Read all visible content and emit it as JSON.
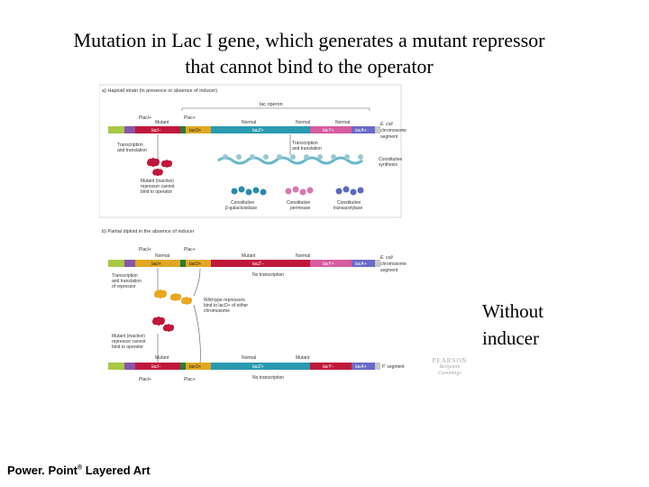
{
  "title": {
    "line1": "Mutation in Lac I gene, which generates a mutant repressor",
    "line2": "that cannot bind to the operator"
  },
  "side_note": {
    "line1": "Without",
    "line2": "inducer"
  },
  "footer": {
    "brand": "Power. Point",
    "reg": "®",
    "rest": " Layered Art"
  },
  "publisher": {
    "name": "PEARSON",
    "line1": "Benjamin",
    "line2": "Cummings"
  },
  "figure": {
    "panel_a": {
      "heading": "a) Haploid strain (in presence or absence of inducer)",
      "operon_label": "lac operon",
      "p_laci": "PlacI+",
      "p_lac": "Plac+",
      "mutant": "Mutant",
      "normal_1": "Normal",
      "normal_2": "Normal",
      "normal_3": "Normal",
      "genes": [
        "lacI−",
        "lacO+",
        "lacZ+",
        "lacY+",
        "lacA+"
      ],
      "ecoli_1": "E. coli",
      "ecoli_2": "chromosome",
      "ecoli_3": "segment",
      "tt1_1": "Transcription",
      "tt1_2": "and translation",
      "tt2_1": "Transcription",
      "tt2_2": "and translation",
      "inactive_1": "Mutant (inactive)",
      "inactive_2": "repressor cannot",
      "inactive_3": "bind to operator",
      "const_1": "Constitutive",
      "const_2": "synthesis",
      "prod1_1": "Constitutive",
      "prod1_2": "β-galactosidase",
      "prod2_1": "Constitutive",
      "prod2_2": "permease",
      "prod3_1": "Constitutive",
      "prod3_2": "transacetylase"
    },
    "panel_b": {
      "heading": "b) Partial diploid in the absence of inducer",
      "p_laci": "PlacI+",
      "p_lac": "Plac+",
      "top_normal_1": "Normal",
      "top_mutant": "Mutant",
      "top_normal_2": "Normal",
      "top_genes": [
        "lacI+",
        "lacO+",
        "lacZ−",
        "lacY+",
        "lacA+"
      ],
      "ecoli_1": "E. coli",
      "ecoli_2": "chromosome",
      "ecoli_3": "segment",
      "no_tx_1": "No transcription",
      "tt_1": "Transcription",
      "tt_2": "and translation",
      "tt_3": "of repressor",
      "wt_1": "Wild-type repressors",
      "wt_2": "bind to lacO+ of either",
      "wt_3": "chromosome",
      "inactive_1": "Mutant (inactive)",
      "inactive_2": "repressor cannot",
      "inactive_3": "bind to operator",
      "bot_mutant_1": "Mutant",
      "bot_normal": "Normal",
      "bot_mutant_2": "Mutant",
      "bot_genes": [
        "lacI−",
        "lacO+",
        "lacZ+",
        "lacY−",
        "lacA+"
      ],
      "fprime": "F′ segment",
      "no_tx_2": "No transcription",
      "p_laci_2": "PlacI+",
      "p_lac_2": "Plac+"
    }
  }
}
